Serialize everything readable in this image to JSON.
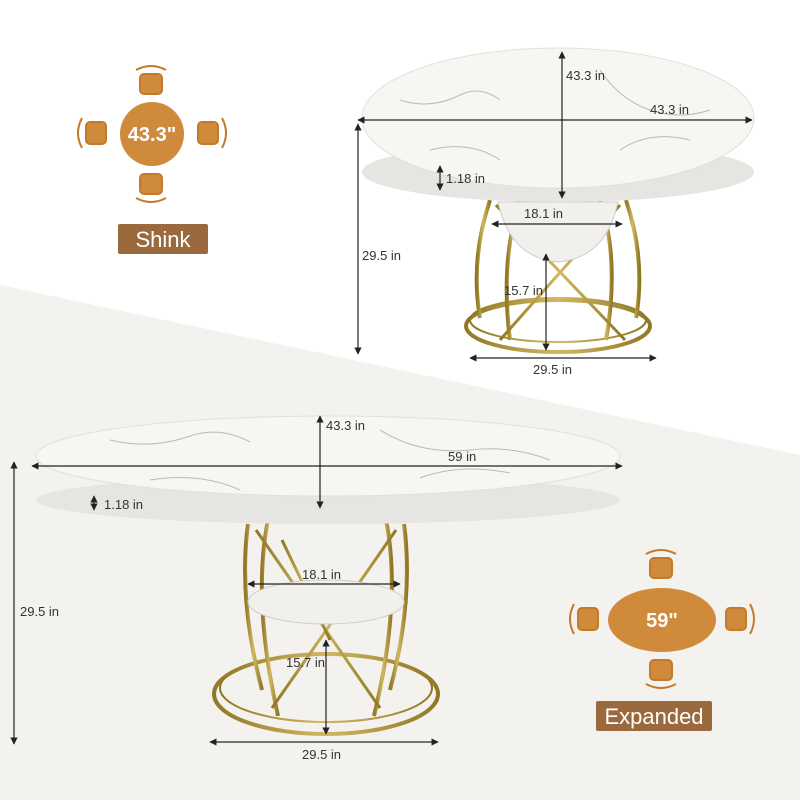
{
  "colors": {
    "chair": "#d08a3c",
    "chair_outline": "#c47a2c",
    "seat_badge": "#9a6a3e",
    "gold": "#b59a3a",
    "gold_dark": "#8f7724",
    "marble": "#f7f6f3",
    "vein": "#b9b9b9",
    "dimension_line": "#222222",
    "background_top": "#ffffff",
    "background_bottom": "#f4f2ef"
  },
  "icons": [
    "chair-icon",
    "round-tabletop-icon",
    "oval-tabletop-icon"
  ],
  "shrink": {
    "size_label": "43.3\"",
    "mode_label": "Shink"
  },
  "expanded": {
    "size_label": "59\"",
    "mode_label": "Expanded"
  },
  "top_table": {
    "depth": "43.3 in",
    "width": "43.3 in",
    "top_thickness": "1.18 in",
    "inner_base": "18.1 in",
    "height": "29.5 in",
    "base_height": "15.7 in",
    "base_width": "29.5 in"
  },
  "bottom_table": {
    "depth": "43.3 in",
    "width": "59 in",
    "top_thickness": "1.18 in",
    "inner_base": "18.1 in",
    "height": "29.5 in",
    "base_height": "15.7 in",
    "base_width": "29.5 in"
  }
}
